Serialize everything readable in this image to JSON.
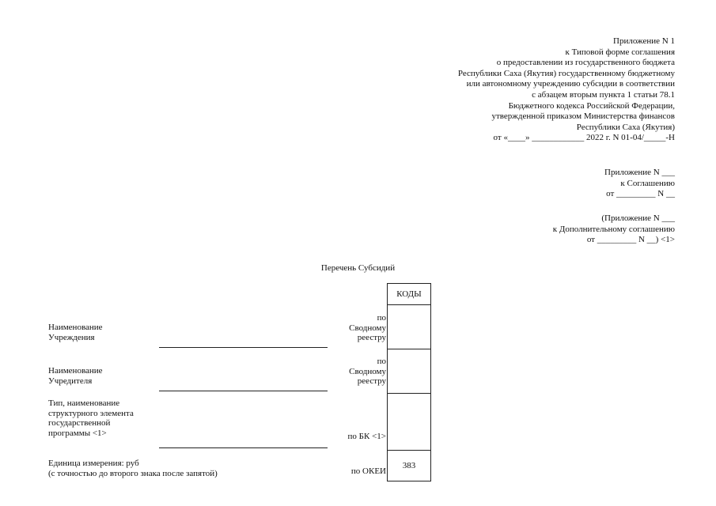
{
  "header1": {
    "lines": [
      "Приложение N 1",
      "к Типовой форме соглашения",
      "о предоставлении из государственного бюджета",
      "Республики Саха (Якутия) государственному бюджетному",
      "или автономному учреждению субсидии в соответствии",
      "с абзацем вторым пункта 1 статьи 78.1",
      "Бюджетного кодекса Российской Федерации,",
      "утвержденной приказом Министерства финансов",
      "Республики Саха (Якутия)",
      "от «____» ____________ 2022 г. N 01-04/_____-Н"
    ]
  },
  "header2": {
    "lines": [
      "Приложение N ___",
      "к Соглашению",
      "от _________ N __"
    ]
  },
  "header3": {
    "lines": [
      "(Приложение N ___",
      "к Дополнительному соглашению",
      "от _________ N __) <1>"
    ]
  },
  "title": "Перечень Субсидий",
  "codes_header": "КОДЫ",
  "rows": [
    {
      "left": [
        "Наименование",
        "Учреждения"
      ],
      "right": [
        "по",
        "Сводному",
        "реестру"
      ],
      "code": ""
    },
    {
      "left": [
        "Наименование",
        "Учредителя"
      ],
      "right": [
        "по",
        "Сводному",
        "реестру"
      ],
      "code": ""
    },
    {
      "left": [
        "Тип, наименование",
        "структурного элемента",
        "государственной",
        "программы <1>"
      ],
      "right": [
        "по БК <1>"
      ],
      "code": ""
    },
    {
      "left": [
        "Единица измерения: руб",
        "(с точностью до второго знака после запятой)"
      ],
      "right": [
        "по ОКЕИ"
      ],
      "code": "383"
    }
  ]
}
